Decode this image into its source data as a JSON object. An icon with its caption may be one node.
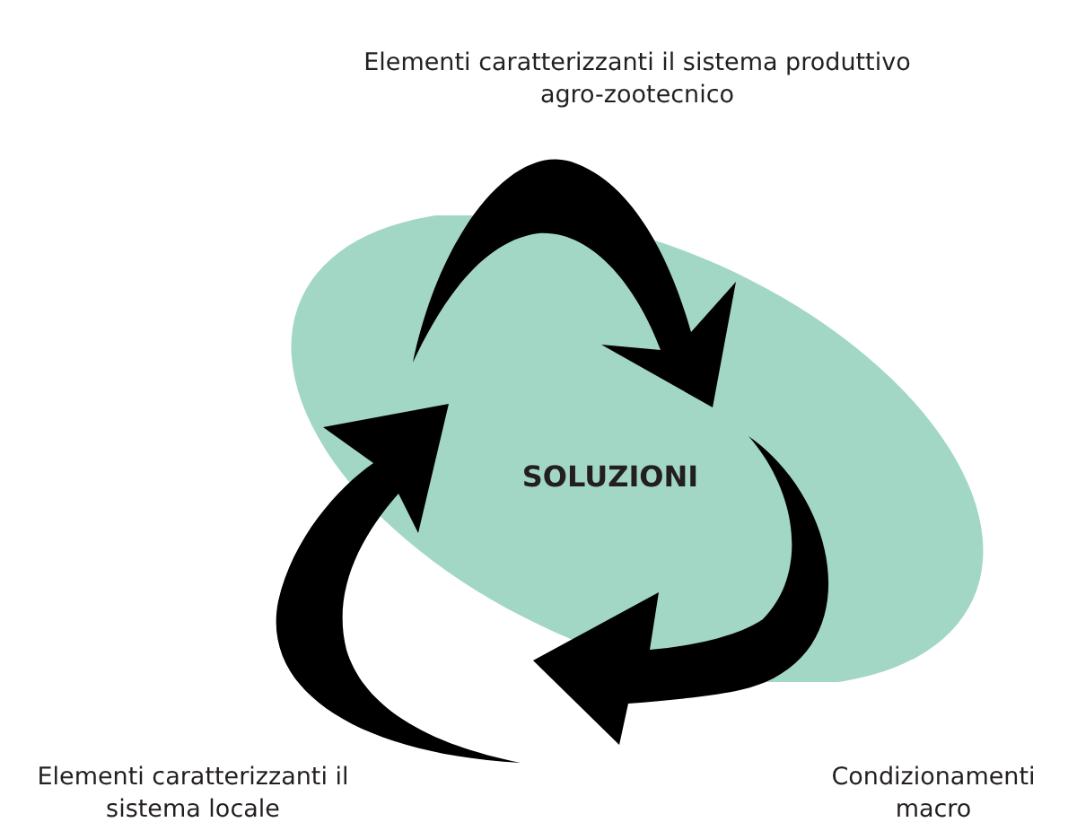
{
  "diagram": {
    "nodes": [
      {
        "text": [
          "SOLUZIONI"
        ]
      },
      {
        "text": [
          "Elementi caratterizzanti il sistema produttivo agro-zootecnico"
        ]
      },
      {
        "text": [
          "Elementi caratterizzanti il sistema locale"
        ]
      },
      {
        "text": [
          "Condizionamenti macro"
        ]
      }
    ]
  }
}
